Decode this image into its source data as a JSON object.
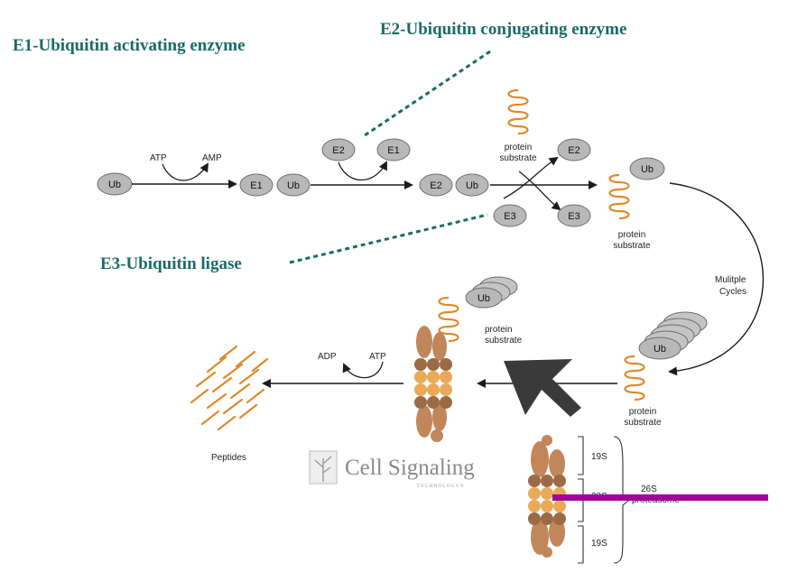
{
  "colors": {
    "heading": "#1a6b66",
    "dotted": "#1a6b66",
    "oval_fill": "#b8b8b8",
    "oval_stroke": "#6e6e6e",
    "substrate": "#e08a2a",
    "proteasome_dark": "#9c6a44",
    "proteasome_light": "#e9a95a",
    "proteasome_cap": "#c1875a",
    "arrow": "#1c1c1c",
    "cursor": "#3a3a3a",
    "highlight_bar": "#a0009c",
    "logo": "#8a8a8a"
  },
  "headings": {
    "e1": "E1-Ubiquitin activating enzyme",
    "e2": "E2-Ubiquitin conjugating enzyme",
    "e3": "E3-Ubiquitin ligase"
  },
  "nodes": {
    "ub": "Ub",
    "e1": "E1",
    "e2": "E2",
    "e3": "E3"
  },
  "labels": {
    "atp": "ATP",
    "amp": "AMP",
    "adp": "ADP",
    "protein": "protein",
    "substrate": "substrate",
    "multiple": "Mulitple",
    "cycles": "Cycles",
    "peptides": "Peptides",
    "s19": "19S",
    "s26": "26S",
    "s20": "20S",
    "proteasome": "proteasome"
  },
  "logo": {
    "name": "Cell Signaling",
    "tagline": "TECHNOLOGY®",
    "icon": "tree-icon"
  },
  "cursor_icon": "arrow-cursor-icon"
}
